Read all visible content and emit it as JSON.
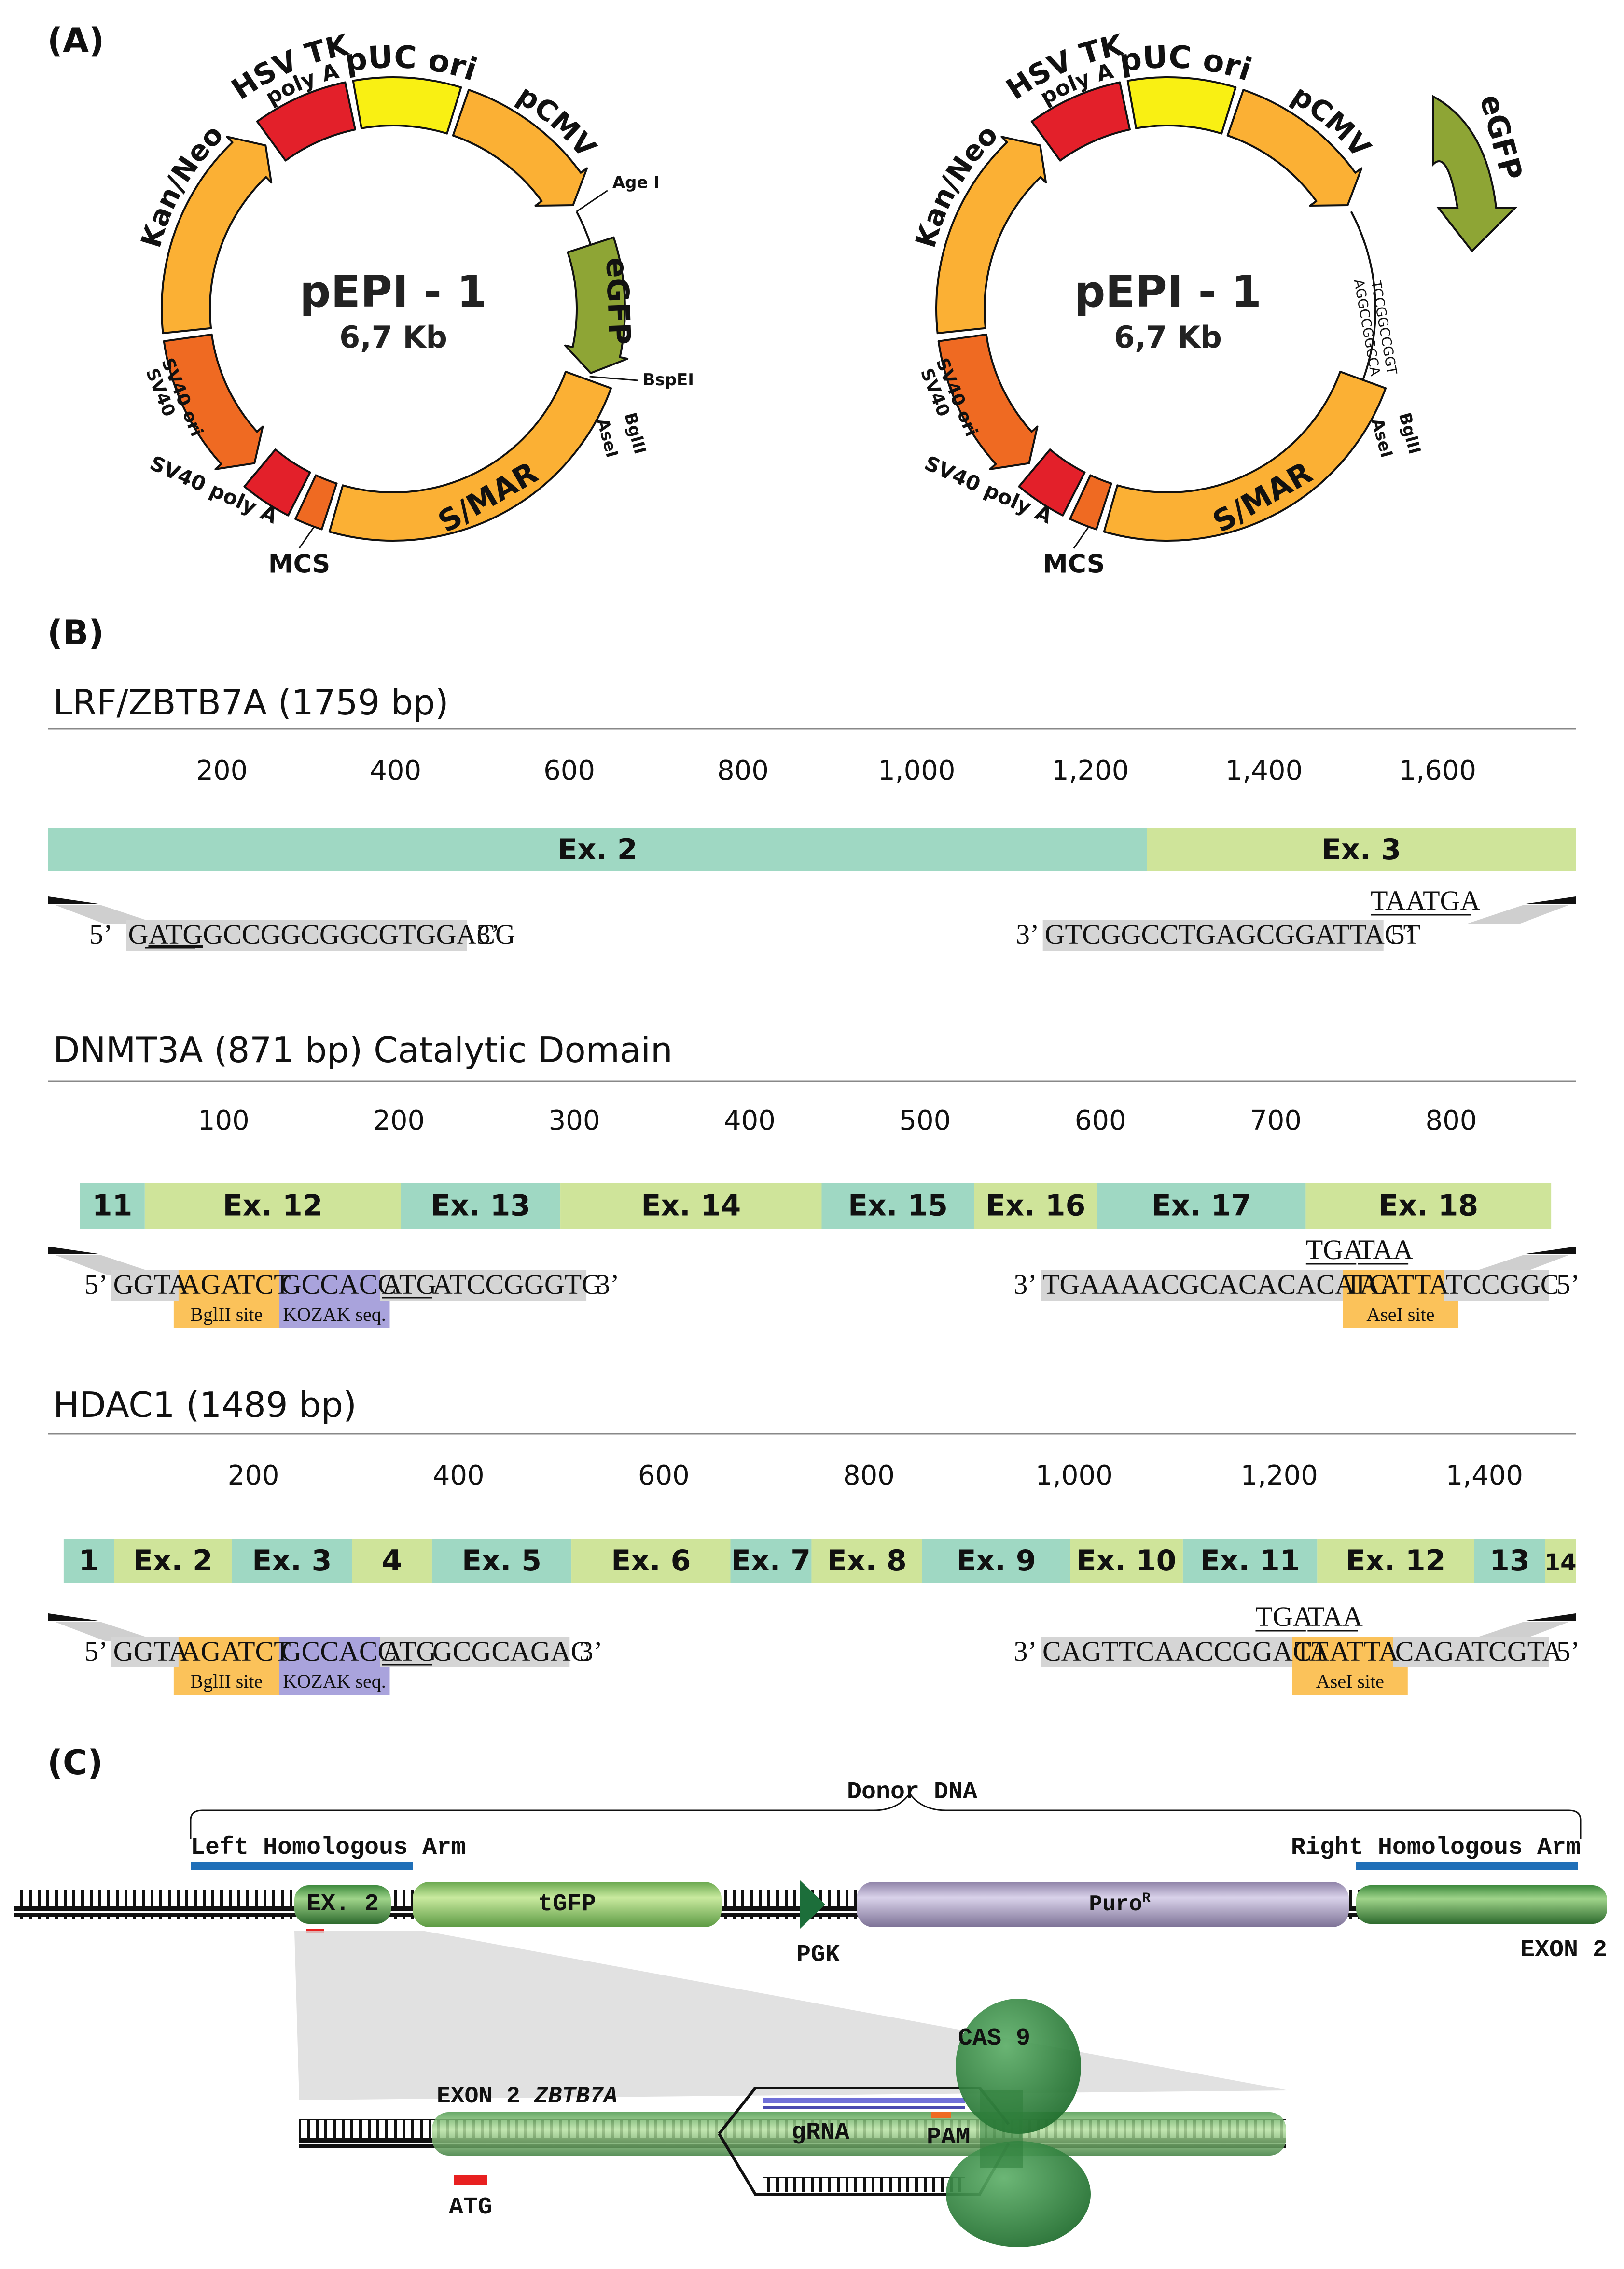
{
  "panel_a": {
    "label": "(A)",
    "plasmid_name": "pEPI - 1",
    "plasmid_size": "6,7 Kb",
    "features": {
      "hsv_tk": "HSV TK",
      "poly_a": "poly A",
      "puc_ori": "pUC ori",
      "pcmv": "pCMV",
      "egfp": "eGFP",
      "s_mar": "S/MAR",
      "mcs": "MCS",
      "sv40_poly_a": "SV40 poly A",
      "sv40": "SV40",
      "sv40_ori": "SV40 ori",
      "kan_neo": "Kan/Neo"
    },
    "sites": {
      "age_i": "Age I",
      "bspe_i": "BspEI",
      "ase_i": "AseI",
      "bgl_ii": "BglII"
    },
    "insert_seq_top": "TCCGGCCGGT",
    "insert_seq_bottom": "AGGCCGGCCA",
    "colors": {
      "red": "#e3202a",
      "yellow": "#f9f013",
      "orange_light": "#fbb034",
      "orange": "#f7941d",
      "orange_dark": "#ef6a22",
      "olive": "#8ea535"
    }
  },
  "panel_b": {
    "label": "(B)",
    "genes": [
      {
        "title": "LRF/ZBTB7A (1759 bp)",
        "length": 1759,
        "ticks": [
          200,
          400,
          600,
          800,
          1000,
          1200,
          1400,
          1600
        ],
        "tick_labels": [
          "200",
          "400",
          "600",
          "800",
          "1,000",
          "1,200",
          "1,400",
          "1,600"
        ],
        "exons": [
          {
            "label": "Ex. 2",
            "start": 0,
            "end": 1265
          },
          {
            "label": "Ex. 3",
            "start": 1265,
            "end": 1759
          }
        ],
        "fwd_seq_pre": "5’ G",
        "fwd_atg": "ATG",
        "fwd_seq_post": "GCCGGCGGCGTGGACG",
        "fwd_end": "3’",
        "rev_start": "3’",
        "rev_seq": "GTCGGCCTGAGCGGATTACT",
        "rev_end": "5’",
        "stop_codons": [
          "TAATGA"
        ]
      },
      {
        "title": "DNMT3A (871 bp) Catalytic Domain",
        "length": 871,
        "ticks": [
          100,
          200,
          300,
          400,
          500,
          600,
          700,
          800
        ],
        "tick_labels": [
          "100",
          "200",
          "300",
          "400",
          "500",
          "600",
          "700",
          "800"
        ],
        "exons": [
          {
            "label": "11",
            "start": 18,
            "end": 55
          },
          {
            "label": "Ex. 12",
            "start": 55,
            "end": 201
          },
          {
            "label": "Ex. 13",
            "start": 201,
            "end": 292
          },
          {
            "label": "Ex. 14",
            "start": 292,
            "end": 441
          },
          {
            "label": "Ex. 15",
            "start": 441,
            "end": 528
          },
          {
            "label": "Ex. 16",
            "start": 528,
            "end": 598
          },
          {
            "label": "Ex. 17",
            "start": 598,
            "end": 717
          },
          {
            "label": "Ex. 18",
            "start": 717,
            "end": 857
          }
        ],
        "fwd_prefix": "5’GGTA",
        "fwd_site": "AGATCT",
        "fwd_kozak": "GCCACC",
        "fwd_atg": "ATG",
        "fwd_tail": "ATCCGGGTG",
        "fwd_end": "3’",
        "fwd_site_label": "BglII site",
        "fwd_kozak_label": "KOZAK seq.",
        "rev_start": "3’",
        "rev_pre": "TGAAAACGCACACACATC",
        "rev_site": "TAATTA",
        "rev_post": "TCCGGC",
        "rev_end": "5’",
        "rev_site_label": "AseI site",
        "stop_codons": [
          "TGA",
          "TAA"
        ]
      },
      {
        "title": "HDAC1 (1489 bp)",
        "length": 1489,
        "ticks": [
          200,
          400,
          600,
          800,
          1000,
          1200,
          1400
        ],
        "tick_labels": [
          "200",
          "400",
          "600",
          "800",
          "1,000",
          "1,200",
          "1,400"
        ],
        "exons": [
          {
            "label": "1",
            "start": 15,
            "end": 64
          },
          {
            "label": "Ex. 2",
            "start": 64,
            "end": 179
          },
          {
            "label": "Ex. 3",
            "start": 179,
            "end": 296
          },
          {
            "label": "4",
            "start": 296,
            "end": 374
          },
          {
            "label": "Ex. 5",
            "start": 374,
            "end": 510
          },
          {
            "label": "Ex. 6",
            "start": 510,
            "end": 665
          },
          {
            "label": "Ex. 7",
            "start": 665,
            "end": 744
          },
          {
            "label": "Ex. 8",
            "start": 744,
            "end": 852
          },
          {
            "label": "Ex. 9",
            "start": 852,
            "end": 996
          },
          {
            "label": "Ex. 10",
            "start": 996,
            "end": 1106
          },
          {
            "label": "Ex. 11",
            "start": 1106,
            "end": 1237
          },
          {
            "label": "Ex. 12",
            "start": 1237,
            "end": 1390
          },
          {
            "label": "13",
            "start": 1390,
            "end": 1459
          },
          {
            "label": "14",
            "start": 1459,
            "end": 1489
          }
        ],
        "fwd_prefix": "5’GGTA",
        "fwd_site": "AGATCT",
        "fwd_kozak": "GCCACC",
        "fwd_atg": "ATG",
        "fwd_tail": "GCGCAGAC",
        "fwd_end": "3’",
        "fwd_site_label": "BglII site",
        "fwd_kozak_label": "KOZAK seq.",
        "rev_start": "3’",
        "rev_pre": "CAGTTCAACCGGACT",
        "rev_site": "TAATTA",
        "rev_post": "CAGATCGTA",
        "rev_end": "5’",
        "rev_site_label": "AseI site",
        "stop_codons": [
          "TGA",
          "TAA"
        ]
      }
    ],
    "colors": {
      "exon_teal": "#9fd8c3",
      "exon_green": "#cfe49a",
      "seq_grey": "#d5d5d5",
      "site_orange": "#fbc25a",
      "kozak_purple": "#a9a3dc"
    }
  },
  "panel_c": {
    "label": "(C)",
    "donor_dna": "Donor DNA",
    "left_arm": "Left Homologous Arm",
    "right_arm": "Right Homologous Arm",
    "ex2": "EX. 2",
    "tgfp": "tGFP",
    "pgk": "PGK",
    "puro": "Puro",
    "puro_sup": "R",
    "exon2_right": "EXON 2",
    "cas9": "CAS 9",
    "exon2_zoom": "EXON 2",
    "zbtb7a": "ZBTB7A",
    "grna": "gRNA",
    "pam": "PAM",
    "atg": "ATG"
  }
}
